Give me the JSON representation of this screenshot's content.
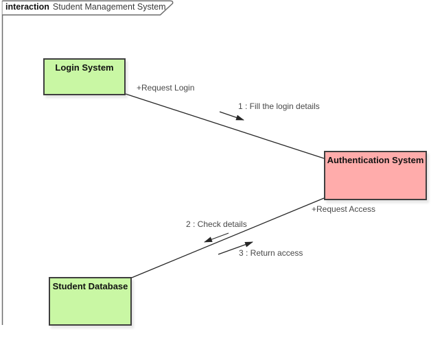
{
  "frame": {
    "keyword": "interaction",
    "title": "Student Management System"
  },
  "nodes": {
    "login": {
      "label": "Login System",
      "fill": "#c9f7a4"
    },
    "auth": {
      "label": "Authentication System",
      "fill": "#ffacab"
    },
    "database": {
      "label": "Student Database",
      "fill": "#c9f7a4"
    }
  },
  "links": {
    "login_to_auth": {
      "association_label": "+Request Login",
      "message": "1 : Fill the login details"
    },
    "database_to_auth": {
      "association_label": "+Request Access",
      "message_request": "2 : Check details",
      "message_return": "3 : Return access"
    }
  },
  "colors": {
    "node_green_fill": "#c9f7a4",
    "node_red_fill": "#ffacab",
    "node_border": "#3e3e3e",
    "connector_line": "#262626",
    "label_text": "#474747",
    "frame_border": "#6b6b6b",
    "background": "#ffffff"
  }
}
